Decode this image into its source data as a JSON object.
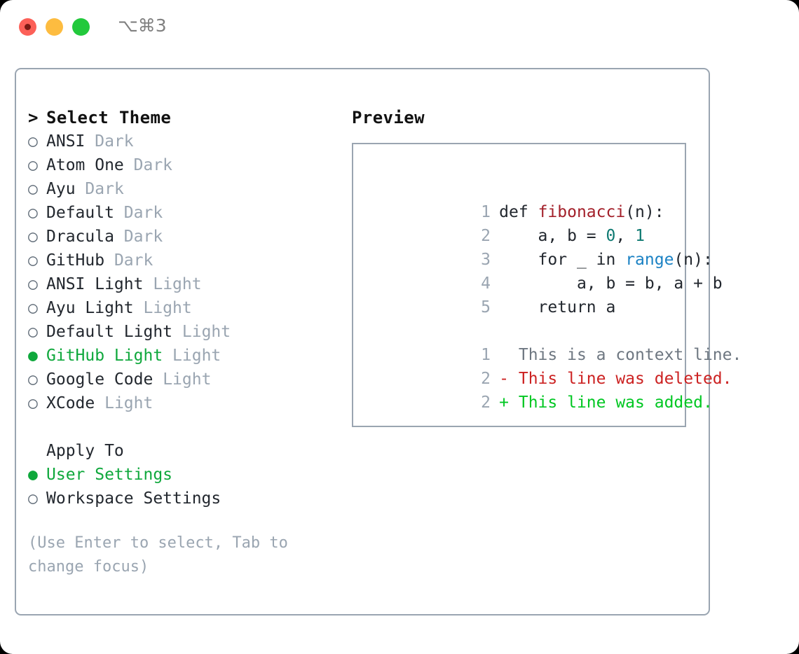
{
  "titlebar": {
    "shortcut": "⌥⌘3",
    "buttons": [
      "close",
      "minimize",
      "zoom"
    ]
  },
  "theme_list": {
    "header": {
      "caret": ">",
      "label": "Select Theme"
    },
    "unselected_marker": "○",
    "selected_marker": "●",
    "items": [
      {
        "marker": "○",
        "label": "ANSI",
        "badge": "Dark",
        "selected": false
      },
      {
        "marker": "○",
        "label": "Atom One",
        "badge": "Dark",
        "selected": false
      },
      {
        "marker": "○",
        "label": "Ayu",
        "badge": "Dark",
        "selected": false
      },
      {
        "marker": "○",
        "label": "Default",
        "badge": "Dark",
        "selected": false
      },
      {
        "marker": "○",
        "label": "Dracula",
        "badge": "Dark",
        "selected": false
      },
      {
        "marker": "○",
        "label": "GitHub",
        "badge": "Dark",
        "selected": false
      },
      {
        "marker": "○",
        "label": "ANSI Light",
        "badge": "Light",
        "selected": false
      },
      {
        "marker": "○",
        "label": "Ayu Light",
        "badge": "Light",
        "selected": false
      },
      {
        "marker": "○",
        "label": "Default Light",
        "badge": "Light",
        "selected": false
      },
      {
        "marker": "●",
        "label": "GitHub Light",
        "badge": "Light",
        "selected": true
      },
      {
        "marker": "○",
        "label": "Google Code",
        "badge": "Light",
        "selected": false
      },
      {
        "marker": "○",
        "label": "XCode",
        "badge": "Light",
        "selected": false
      }
    ]
  },
  "apply_to": {
    "title": "Apply To",
    "items": [
      {
        "marker": "●",
        "label": "User Settings",
        "selected": true
      },
      {
        "marker": "○",
        "label": "Workspace Settings",
        "selected": false
      }
    ]
  },
  "hint": "(Use Enter to select, Tab to change focus)",
  "preview": {
    "title": "Preview",
    "code": [
      {
        "number": "1",
        "parts": [
          {
            "text": "def ",
            "style": "plain"
          },
          {
            "text": "fibonacci",
            "style": "fn"
          },
          {
            "text": "(n):",
            "style": "plain"
          }
        ]
      },
      {
        "number": "2",
        "parts": [
          {
            "text": "    a, b = ",
            "style": "plain"
          },
          {
            "text": "0",
            "style": "num"
          },
          {
            "text": ", ",
            "style": "plain"
          },
          {
            "text": "1",
            "style": "num"
          }
        ]
      },
      {
        "number": "3",
        "parts": [
          {
            "text": "    for _ in ",
            "style": "plain"
          },
          {
            "text": "range",
            "style": "builtin"
          },
          {
            "text": "(n):",
            "style": "plain"
          }
        ]
      },
      {
        "number": "4",
        "parts": [
          {
            "text": "        a, b = b, a + b",
            "style": "plain"
          }
        ]
      },
      {
        "number": "5",
        "parts": [
          {
            "text": "    return a",
            "style": "plain"
          }
        ]
      }
    ],
    "diff": [
      {
        "number": "1",
        "sign": " ",
        "text": "  This is a context line.",
        "kind": "context"
      },
      {
        "number": "2",
        "sign": "-",
        "text": "- This line was deleted.",
        "kind": "deleted"
      },
      {
        "number": "2",
        "sign": "+",
        "text": "+ This line was added.",
        "kind": "added"
      }
    ]
  },
  "colors": {
    "selected_green": "#0fa83c",
    "muted": "#9aa5b1",
    "border": "#9aa5b1",
    "fn_red": "#a3202a",
    "num_teal": "#0f7a72",
    "builtin_blue": "#1b82c4",
    "diff_del": "#cc2222",
    "diff_add": "#00c722",
    "diff_ctx": "#6e7781"
  }
}
